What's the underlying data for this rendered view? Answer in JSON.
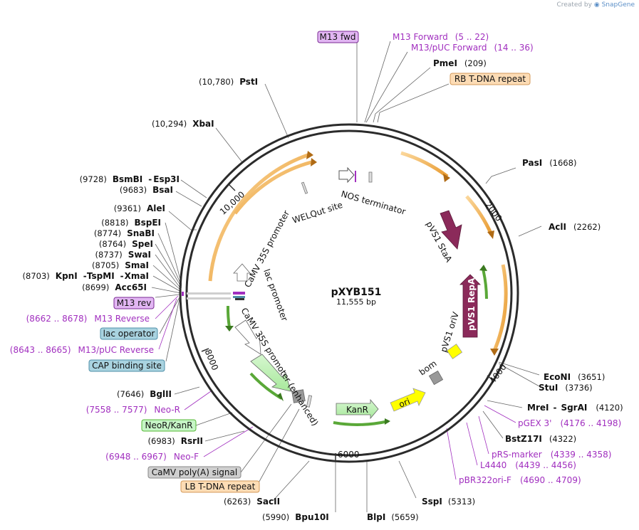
{
  "header": {
    "credit_prefix": "Created by",
    "credit_brand": "SnapGene"
  },
  "plasmid": {
    "name": "pXYB151",
    "size": "11,555 bp"
  },
  "scale": {
    "ticks": [
      "2000",
      "4000",
      "6000",
      "8000",
      "10,000"
    ]
  },
  "sites": {
    "m13fwd_box": "M13 fwd",
    "m13_forward": {
      "name": "M13 Forward",
      "pos": "(5 .. 22)"
    },
    "m13puc_forward": {
      "name": "M13/pUC Forward",
      "pos": "(14 .. 36)"
    },
    "pmei": {
      "name": "PmeI",
      "pos": "(209)"
    },
    "rb_tdna_box": "RB T-DNA repeat",
    "psti": {
      "name": "PstI",
      "pos": "(10,780)"
    },
    "xbai": {
      "name": "XbaI",
      "pos": "(10,294)"
    },
    "pasi": {
      "name": "PasI",
      "pos": "(1668)"
    },
    "bsmbi": {
      "pos": "(9728)",
      "name": "BsmBI",
      "sep": "-",
      "name2": "Esp3I"
    },
    "bsai": {
      "pos": "(9683)",
      "name": "BsaI"
    },
    "alei": {
      "pos": "(9361)",
      "name": "AleI"
    },
    "acli": {
      "name": "AclI",
      "pos": "(2262)"
    },
    "bspei": {
      "pos": "(8818)",
      "name": "BspEI"
    },
    "snabi": {
      "pos": "(8774)",
      "name": "SnaBI"
    },
    "spei": {
      "pos": "(8764)",
      "name": "SpeI"
    },
    "swai": {
      "pos": "(8737)",
      "name": "SwaI"
    },
    "smai": {
      "pos": "(8705)",
      "name": "SmaI"
    },
    "kpni": {
      "pos": "(8703)",
      "name": "KpnI",
      "sep1": "-",
      "name2": "TspMI",
      "sep2": "-",
      "name3": "XmaI"
    },
    "acc65i": {
      "pos": "(8699)",
      "name": "Acc65I"
    },
    "m13rev_box": "M13 rev",
    "m13_reverse": {
      "pos": "(8662 .. 8678)",
      "name": "M13 Reverse"
    },
    "lac_operator_box": "lac operator",
    "m13puc_reverse": {
      "pos": "(8643 .. 8665)",
      "name": "M13/pUC Reverse"
    },
    "cap_box": "CAP binding site",
    "bglii": {
      "pos": "(7646)",
      "name": "BglII"
    },
    "neo_r": {
      "pos": "(7558 .. 7577)",
      "name": "Neo-R"
    },
    "neor_kanr_box": "NeoR/KanR",
    "rsrii": {
      "pos": "(6983)",
      "name": "RsrII"
    },
    "neo_f": {
      "pos": "(6948 .. 6967)",
      "name": "Neo-F"
    },
    "camv_polya_box": "CaMV poly(A) signal",
    "lb_tdna_box": "LB T-DNA repeat",
    "sacii": {
      "pos": "(6263)",
      "name": "SacII"
    },
    "bpu10i": {
      "pos": "(5990)",
      "name": "Bpu10I"
    },
    "blpi": {
      "name": "BlpI",
      "pos": "(5659)"
    },
    "sspi": {
      "name": "SspI",
      "pos": "(5313)"
    },
    "econi": {
      "name": "EcoNI",
      "pos": "(3651)"
    },
    "stui": {
      "name": "StuI",
      "pos": "(3736)"
    },
    "mrei": {
      "name": "MreI",
      "sep": "-",
      "name2": "SgrAI",
      "pos": "(4120)"
    },
    "pgex3": {
      "name": "pGEX 3'",
      "pos": "(4176 .. 4198)"
    },
    "bstz17i": {
      "name": "BstZ17I",
      "pos": "(4322)"
    },
    "prs_marker": {
      "name": "pRS-marker",
      "pos": "(4339 .. 4358)"
    },
    "l4440": {
      "name": "L4440",
      "pos": "(4439 .. 4456)"
    },
    "pbr322": {
      "name": "pBR322ori-F",
      "pos": "(4690 .. 4709)"
    }
  },
  "features": {
    "nos_terminator": "NOS terminator",
    "welqut": "WELQut site",
    "camv35s": "CaMV 35S promoter",
    "lac_promoter": "lac promoter",
    "camv35s_enh": "CaMV 35S promoter (enhanced)",
    "pvs1_stab": "pVS1 StaA",
    "pvs1_repa": "pVS1 RepA",
    "pvs1_oriv": "pVS1 oriV",
    "bom": "bom",
    "ori": "ori",
    "kanr": "KanR"
  },
  "colors": {
    "backbone": "#2b2b2b",
    "orange_feature": "#f3b24c",
    "green_feature": "#55b836",
    "pvs1": "#8b2a5a",
    "ori": "#ffff00",
    "primer": "#a12fbf",
    "box_purple": "#e2b6f3",
    "box_orange": "#fddcb5",
    "box_blue": "#a9d3e0",
    "box_green": "#c6f5c6",
    "box_gray": "#cfcfcf"
  }
}
